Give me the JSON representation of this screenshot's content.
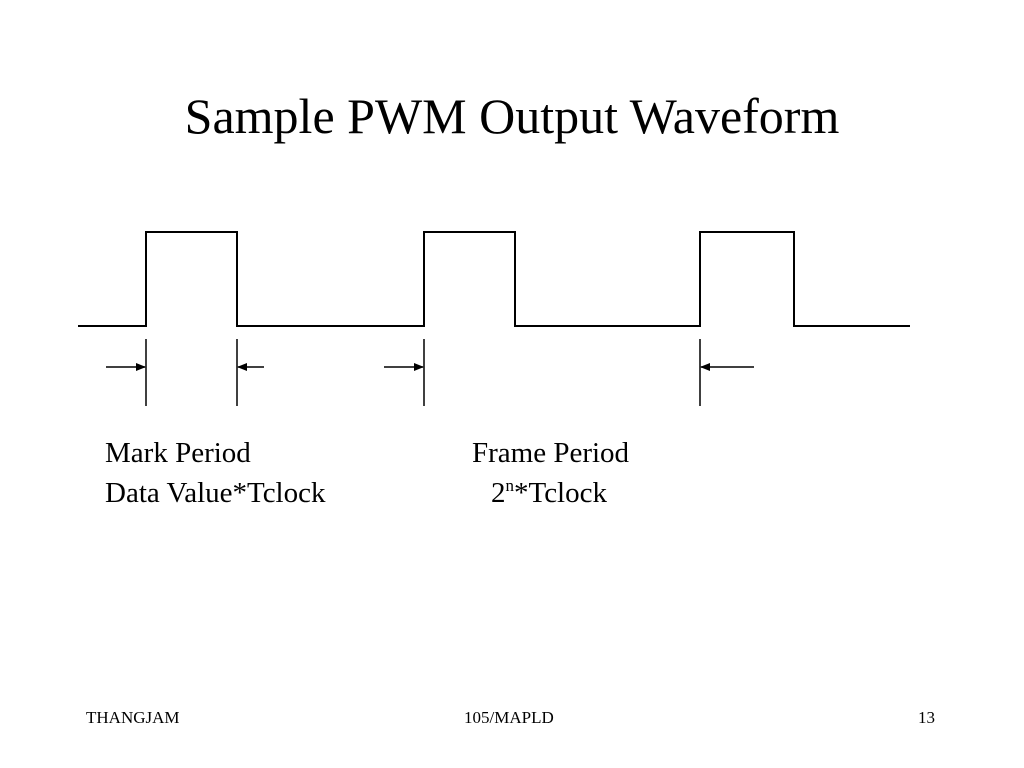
{
  "slide": {
    "title": "Sample PWM Output Waveform"
  },
  "annotations": {
    "mark_period": {
      "label": "Mark Period",
      "formula": "Data Value*Tclock"
    },
    "frame_period": {
      "label": "Frame Period",
      "formula_base": "2",
      "formula_exponent": "n",
      "formula_rest": "*Tclock"
    }
  },
  "footer": {
    "left": "THANGJAM",
    "center": "105/MAPLD",
    "right": "13"
  }
}
